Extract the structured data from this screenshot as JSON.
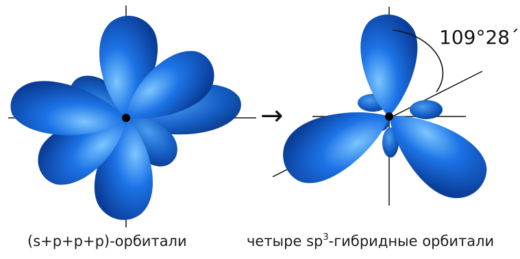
{
  "left_caption": "(s+p+p+p)-орбитали",
  "right_caption": {
    "prefix": "четыре sp",
    "superscript": "3",
    "suffix": "-гибридные орбитали"
  },
  "angle_label": "109°28´",
  "arrow_glyph": "→",
  "colors": {
    "lobe_highlight": "#63b8ff",
    "lobe_mid": "#1c73e6",
    "lobe_dark": "#0a3d99",
    "axis": "#111111"
  }
}
